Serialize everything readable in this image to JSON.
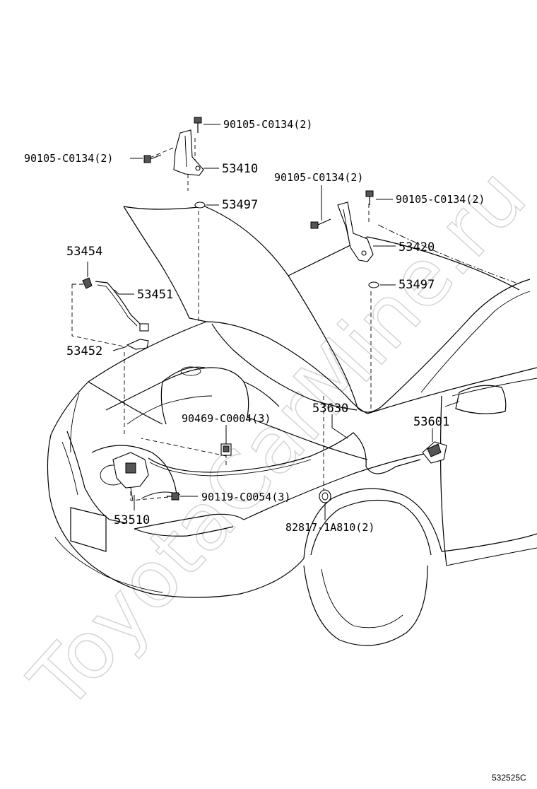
{
  "watermark": "ToyotaCarMine.ru",
  "figure_code": "532525C",
  "parts": {
    "bolt_top_center": "90105-C0134(2)",
    "bolt_left": "90105-C0134(2)",
    "hinge_lh": "53410",
    "cushion_lh": "53497",
    "bolt_mid_right": "90105-C0134(2)",
    "bolt_top_right": "90105-C0134(2)",
    "hinge_rh": "53420",
    "cushion_rh": "53497",
    "clip_53454": "53454",
    "rod_53451": "53451",
    "holder_53452": "53452",
    "clamp_90469": "90469-C0004(3)",
    "cable_53630": "53630",
    "lever_53601": "53601",
    "bolt_90119": "90119-C0054(3)",
    "lock_53510": "53510",
    "plug_82817": "82817-1A810(2)"
  }
}
